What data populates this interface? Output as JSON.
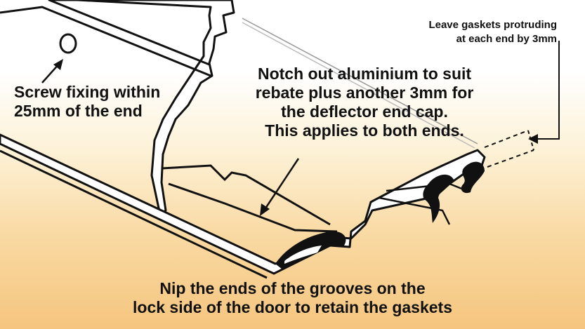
{
  "callouts": {
    "screw_fixing": [
      "Screw fixing within",
      "25mm of the end"
    ],
    "notch": [
      "Notch out aluminium to suit",
      "rebate plus another 3mm for",
      "the deflector end cap.",
      "This applies to both ends."
    ],
    "gaskets": [
      "Leave gaskets protruding",
      "at each end by 3mm"
    ],
    "nip": [
      "Nip the ends of the grooves on the",
      "lock side of the door to retain the gaskets"
    ]
  },
  "colors": {
    "line": "#111111",
    "gradient_top": "#ffffff",
    "gradient_bottom": "#f5c57e",
    "profile_fill": "#ffffff"
  }
}
